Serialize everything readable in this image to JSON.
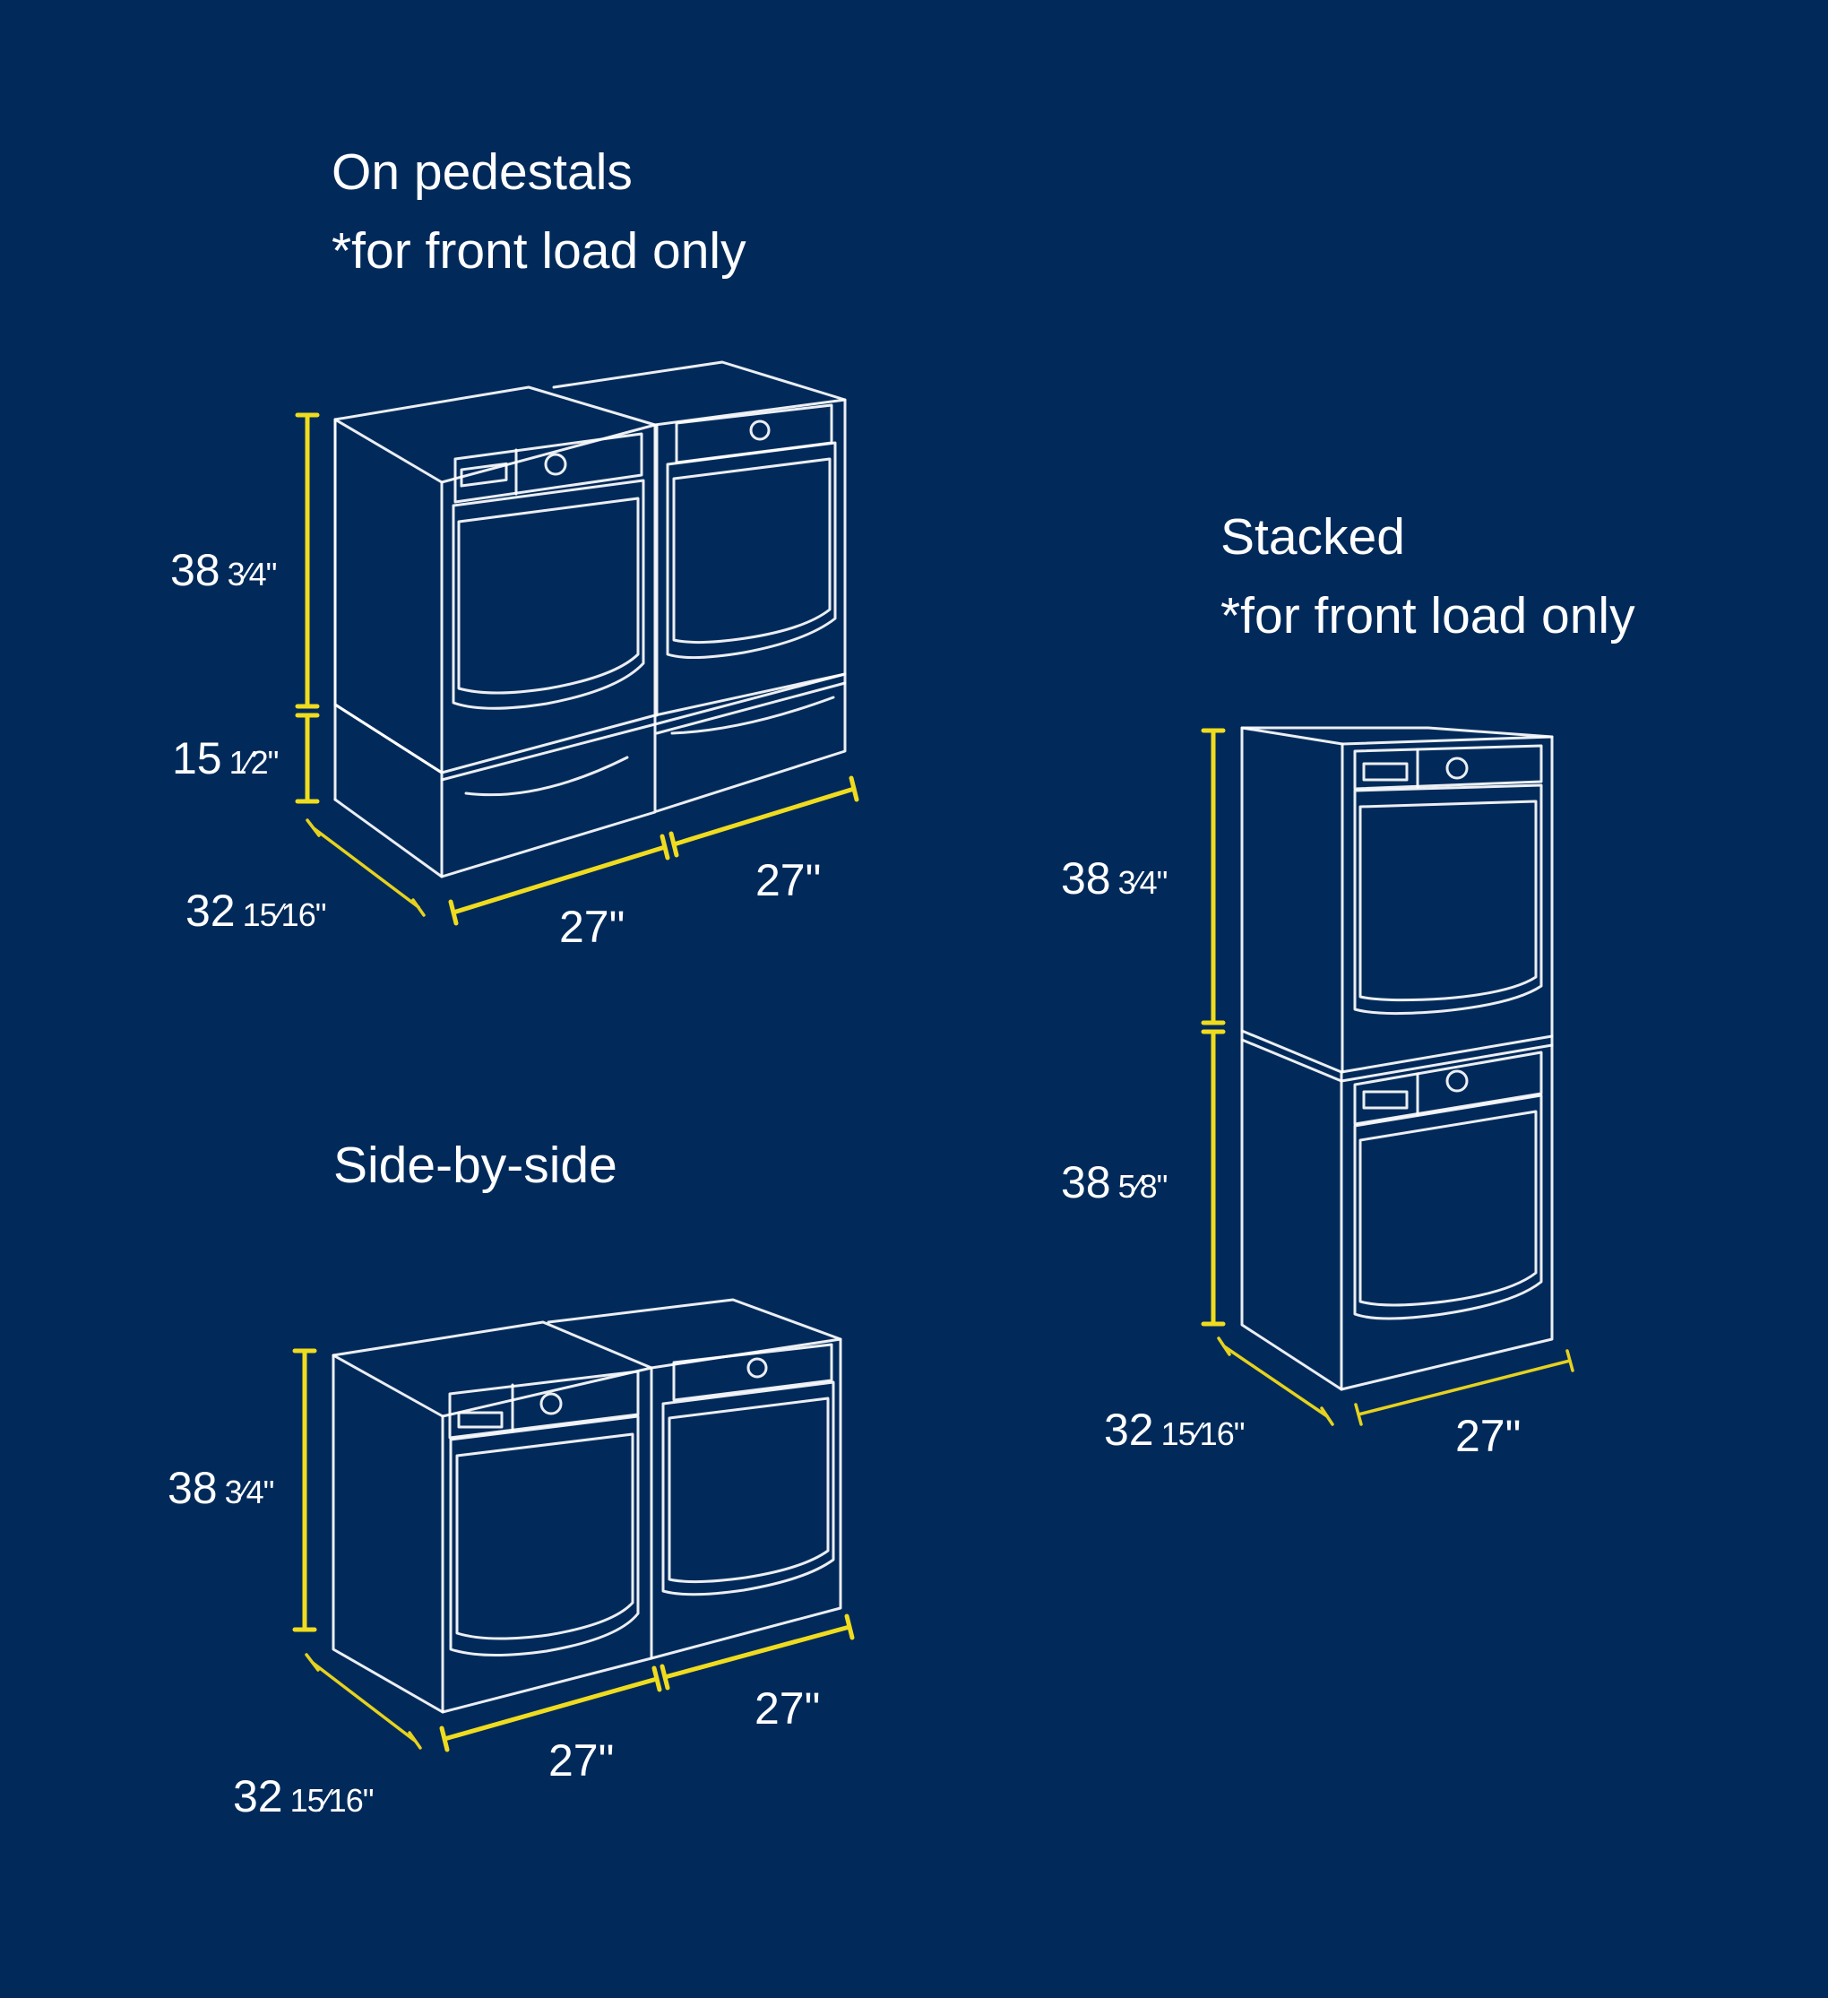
{
  "colors": {
    "background": "#012a5b",
    "outline": "#ffffff",
    "dimension_line": "#f0dc1e"
  },
  "pedestals": {
    "title": "On pedestals",
    "note": "*for front load only",
    "height_unit": {
      "whole": "38",
      "frac": "3⁄4\""
    },
    "height_pedestal": {
      "whole": "15",
      "frac": "1⁄2\""
    },
    "depth": {
      "whole": "32",
      "frac": "15⁄16\""
    },
    "width_left": "27\"",
    "width_right": "27\""
  },
  "side_by_side": {
    "title": "Side-by-side",
    "height": {
      "whole": "38",
      "frac": "3⁄4\""
    },
    "depth": {
      "whole": "32",
      "frac": "15⁄16\""
    },
    "width_left": "27\"",
    "width_right": "27\""
  },
  "stacked": {
    "title": "Stacked",
    "note": "*for front load only",
    "height_top": {
      "whole": "38",
      "frac": "3⁄4\""
    },
    "height_bottom": {
      "whole": "38",
      "frac": "5⁄8\""
    },
    "depth": {
      "whole": "32",
      "frac": "15⁄16\""
    },
    "width": "27\""
  }
}
